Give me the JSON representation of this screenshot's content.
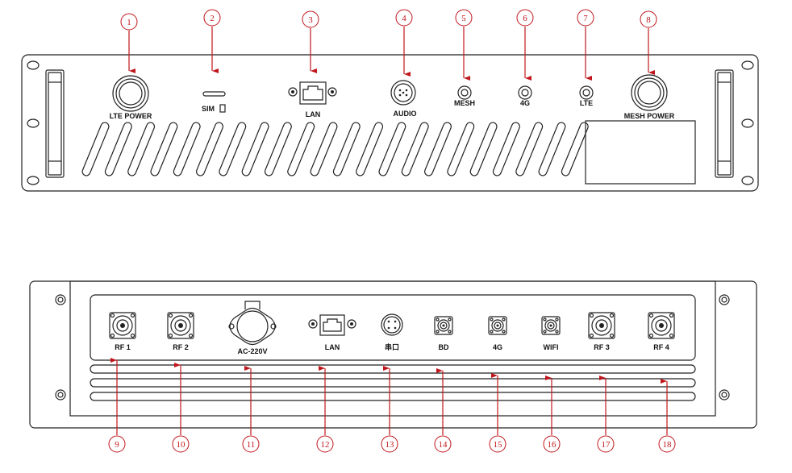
{
  "front": {
    "callouts": [
      "1",
      "2",
      "3",
      "4",
      "5",
      "6",
      "7",
      "8"
    ],
    "labels": {
      "lte_power": "LTE POWER",
      "sim": "SIM",
      "lan": "LAN",
      "audio": "AUDIO",
      "mesh": "MESH",
      "g4": "4G",
      "lte": "LTE",
      "mesh_power": "MESH POWER"
    }
  },
  "back": {
    "callouts": [
      "9",
      "10",
      "11",
      "12",
      "13",
      "14",
      "15",
      "16",
      "17",
      "18"
    ],
    "labels": {
      "rf1": "RF 1",
      "rf2": "RF 2",
      "ac": "AC-220V",
      "lan": "LAN",
      "serial": "串口",
      "bd": "BD",
      "g4": "4G",
      "wifi": "WIFI",
      "rf3": "RF 3",
      "rf4": "RF 4"
    }
  },
  "colors": {
    "callout": "#c0161b",
    "line": "#222222"
  }
}
